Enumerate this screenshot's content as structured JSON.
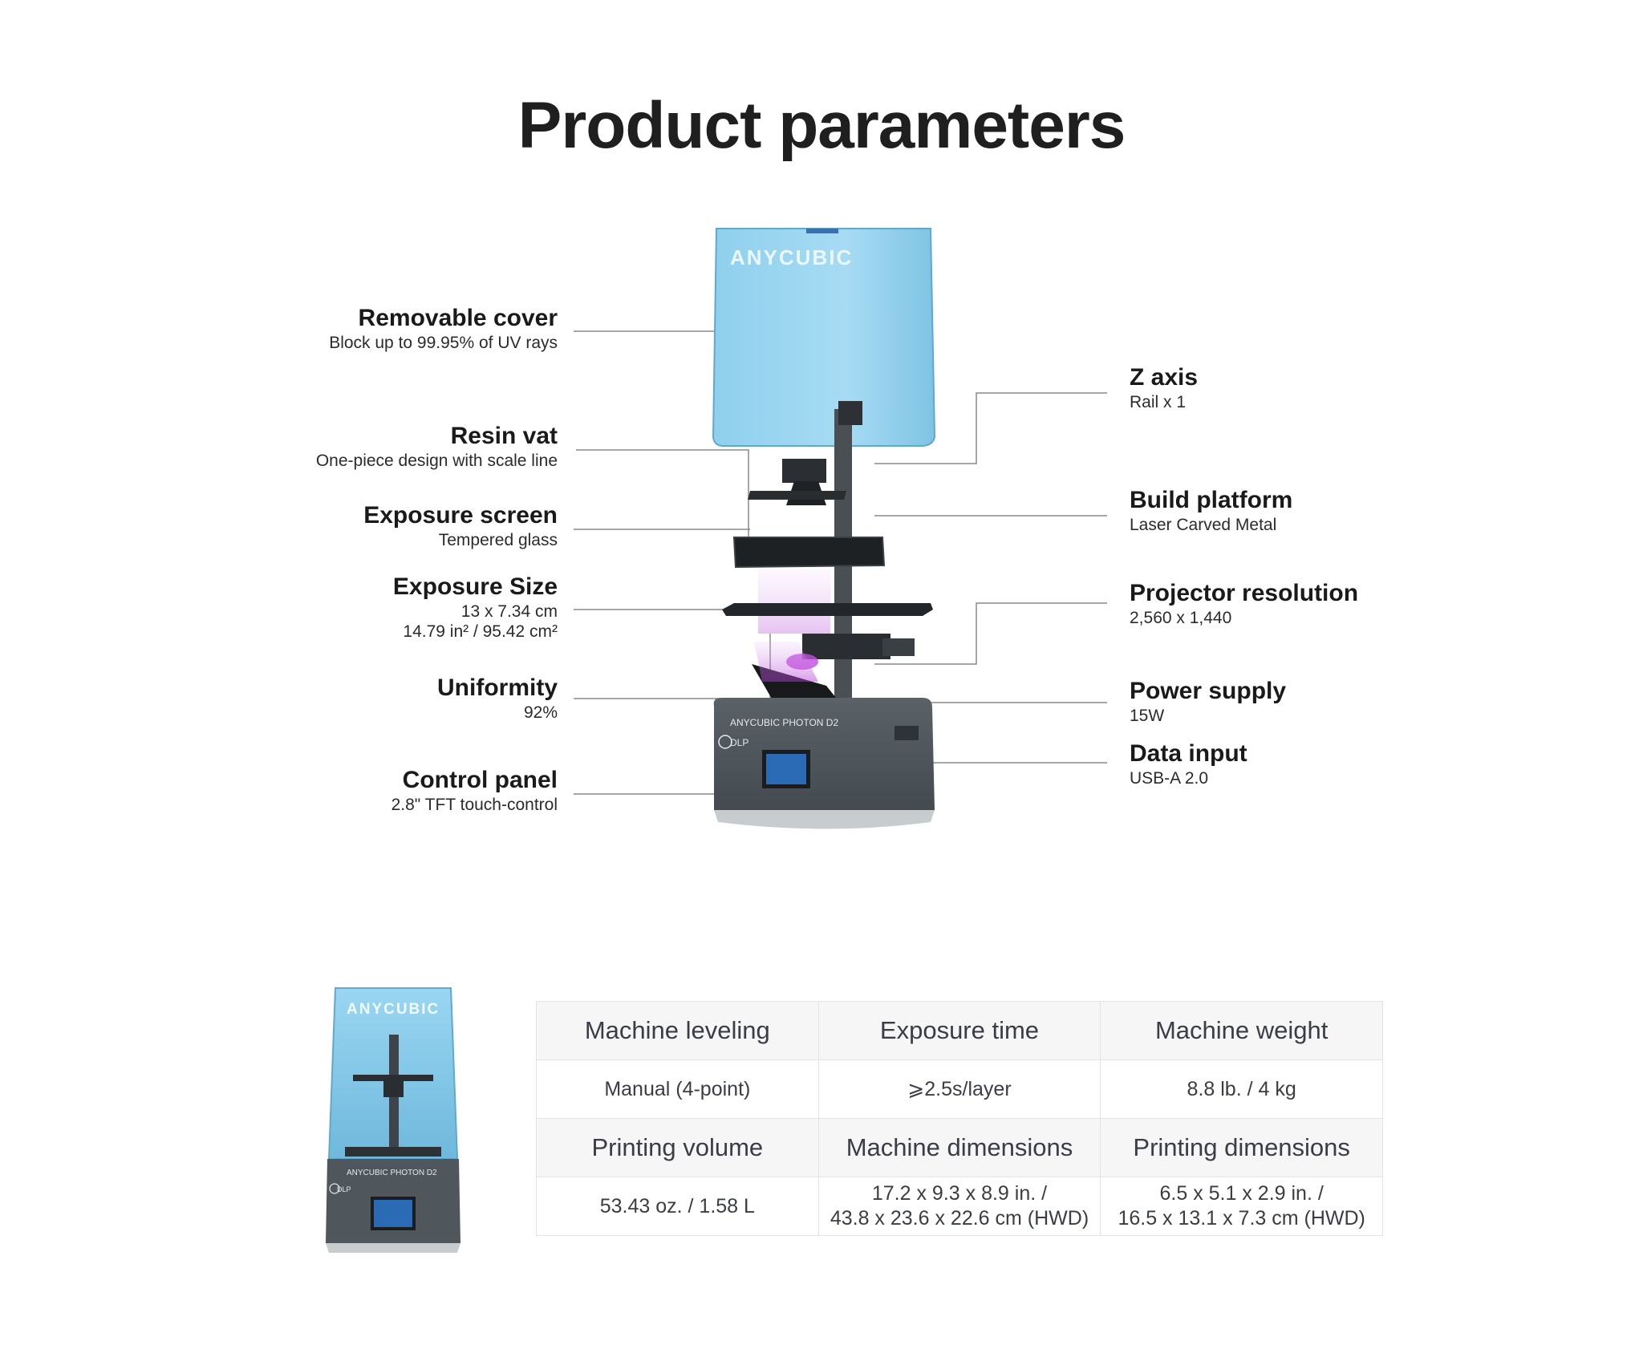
{
  "page": {
    "title": "Product parameters"
  },
  "brand": {
    "logo_text": "ANYCUBIC",
    "model_text": "ANYCUBIC PHOTON D2",
    "dlp_text": "DLP"
  },
  "callouts": {
    "left": [
      {
        "title": "Removable cover",
        "sub": [
          "Block up to 99.95% of UV rays"
        ]
      },
      {
        "title": "Resin vat",
        "sub": [
          "One-piece design with scale line"
        ]
      },
      {
        "title": "Exposure screen",
        "sub": [
          "Tempered glass"
        ]
      },
      {
        "title": "Exposure Size",
        "sub": [
          "13 x 7.34 cm",
          "14.79 in² / 95.42 cm²"
        ]
      },
      {
        "title": "Uniformity",
        "sub": [
          "92%"
        ]
      },
      {
        "title": "Control panel",
        "sub": [
          "2.8\" TFT touch-control"
        ]
      }
    ],
    "right": [
      {
        "title": "Z axis",
        "sub": [
          "Rail x 1"
        ]
      },
      {
        "title": "Build platform",
        "sub": [
          "Laser Carved Metal"
        ]
      },
      {
        "title": "Projector resolution",
        "sub": [
          "2,560 x 1,440"
        ]
      },
      {
        "title": "Power supply",
        "sub": [
          "15W"
        ]
      },
      {
        "title": "Data input",
        "sub": [
          "USB-A 2.0"
        ]
      }
    ]
  },
  "specs": {
    "rows": [
      {
        "labels": [
          "Machine leveling",
          "Exposure time",
          "Machine weight"
        ],
        "values": [
          [
            "Manual (4-point)"
          ],
          [
            "⩾2.5s/layer"
          ],
          [
            "8.8 lb. / 4 kg"
          ]
        ]
      },
      {
        "labels": [
          "Printing volume",
          "Machine dimensions",
          "Printing dimensions"
        ],
        "values": [
          [
            "53.43 oz. / 1.58 L"
          ],
          [
            "17.2 x 9.3 x 8.9 in. /",
            "43.8 x 23.6 x 22.6 cm (HWD)"
          ],
          [
            "6.5 x 5.1 x 2.9 in. /",
            "16.5 x 13.1 x 7.3 cm (HWD)"
          ]
        ]
      }
    ]
  },
  "colors": {
    "cover_blue": "#8fd0ee",
    "body_gray": "#4e565c",
    "uv_purple": "#b23cd6",
    "leader_line": "#8a8a8a"
  }
}
